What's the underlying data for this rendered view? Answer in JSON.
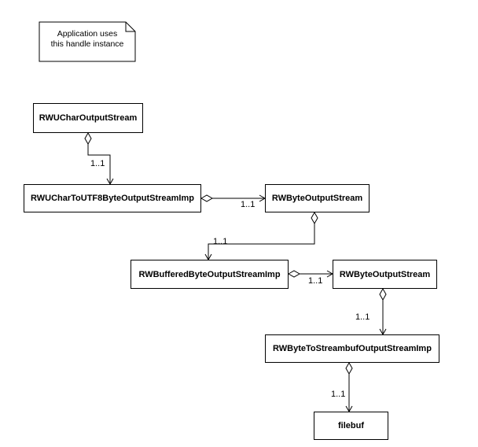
{
  "diagram": {
    "type": "uml-class-diagram",
    "background_color": "#ffffff",
    "line_color": "#000000",
    "box_fill_color": "#ffffff",
    "text_color": "#000000"
  },
  "note": {
    "line1": "Application uses",
    "line2": "this handle instance"
  },
  "nodes": [
    {
      "label": "RWUCharOutputStream"
    },
    {
      "label": "RWUCharToUTF8ByteOutputStreamImp"
    },
    {
      "label": "RWByteOutputStream"
    },
    {
      "label": "RWBufferedByteOutputStreamImp"
    },
    {
      "label": "RWByteOutputStream"
    },
    {
      "label": "RWByteToStreambufOutputStreamImp"
    },
    {
      "label": "filebuf"
    }
  ],
  "edges": [
    {
      "source": "RWUCharOutputStream",
      "target": "RWUCharToUTF8ByteOutputStreamImp",
      "type": "aggregation",
      "label": "1..1"
    },
    {
      "source": "RWUCharToUTF8ByteOutputStreamImp",
      "target": "RWByteOutputStream",
      "type": "aggregation",
      "label": "1..1"
    },
    {
      "source": "RWByteOutputStream",
      "target": "RWBufferedByteOutputStreamImp",
      "type": "aggregation",
      "label": "1..1"
    },
    {
      "source": "RWBufferedByteOutputStreamImp",
      "target": "RWByteOutputStream",
      "type": "aggregation",
      "label": "1..1"
    },
    {
      "source": "RWByteOutputStream",
      "target": "RWByteToStreambufOutputStreamImp",
      "type": "aggregation",
      "label": "1..1"
    },
    {
      "source": "RWByteToStreambufOutputStreamImp",
      "target": "filebuf",
      "type": "aggregation",
      "label": "1..1"
    }
  ],
  "icons": {
    "aggregation": "open-diamond",
    "navigation": "open-arrowhead"
  }
}
